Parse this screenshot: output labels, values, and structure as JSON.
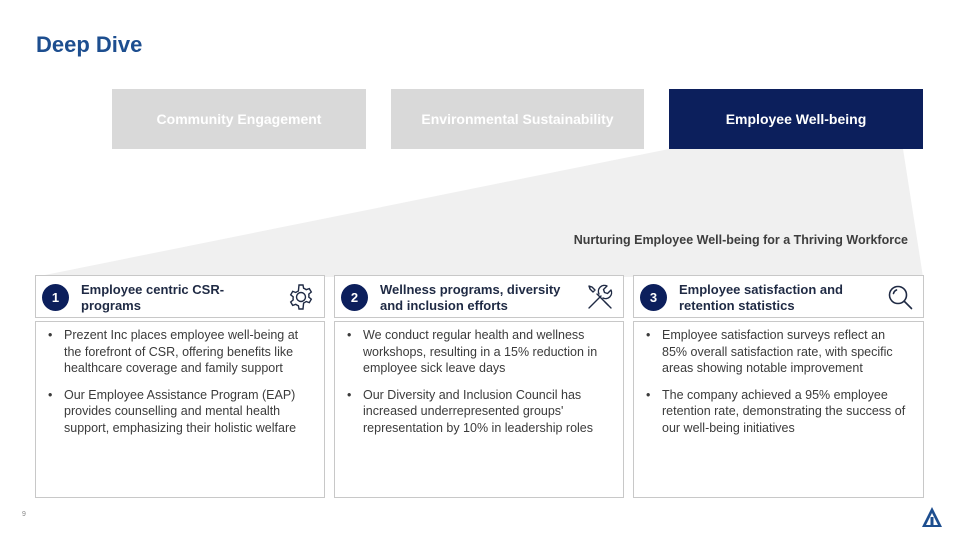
{
  "title": "Deep Dive",
  "tabs": [
    {
      "label": "Community Engagement"
    },
    {
      "label": "Environmental Sustainability"
    },
    {
      "label": "Employee Well-being"
    }
  ],
  "subtitle": "Nurturing Employee Well-being for a Thriving Workforce",
  "cards": [
    {
      "number": "1",
      "heading": "Employee centric CSR-programs",
      "icon": "gear-icon",
      "bullets": [
        "Prezent Inc places employee well-being at the forefront of CSR, offering benefits like healthcare coverage and family support",
        "Our Employee Assistance Program (EAP) provides counselling and mental health support, emphasizing their holistic welfare"
      ]
    },
    {
      "number": "2",
      "heading": "Wellness programs, diversity and inclusion efforts",
      "icon": "tools-icon",
      "bullets": [
        "We conduct regular health and wellness workshops, resulting in a 15% reduction in employee sick leave days",
        "Our Diversity and Inclusion Council has increased underrepresented groups' representation by 10% in leadership roles"
      ]
    },
    {
      "number": "3",
      "heading": "Employee satisfaction and retention statistics",
      "icon": "magnifier-icon",
      "bullets": [
        "Employee satisfaction surveys reflect an 85% overall satisfaction rate, with specific areas showing notable improvement",
        "The company achieved a 95% employee retention rate, demonstrating the success of our well-being initiatives"
      ]
    }
  ],
  "page_number": "9",
  "colors": {
    "title": "#1d4e8f",
    "active_tab": "#0c1f5c",
    "inactive_tab": "#d9d9d9",
    "funnel": "#f0f0f0"
  }
}
